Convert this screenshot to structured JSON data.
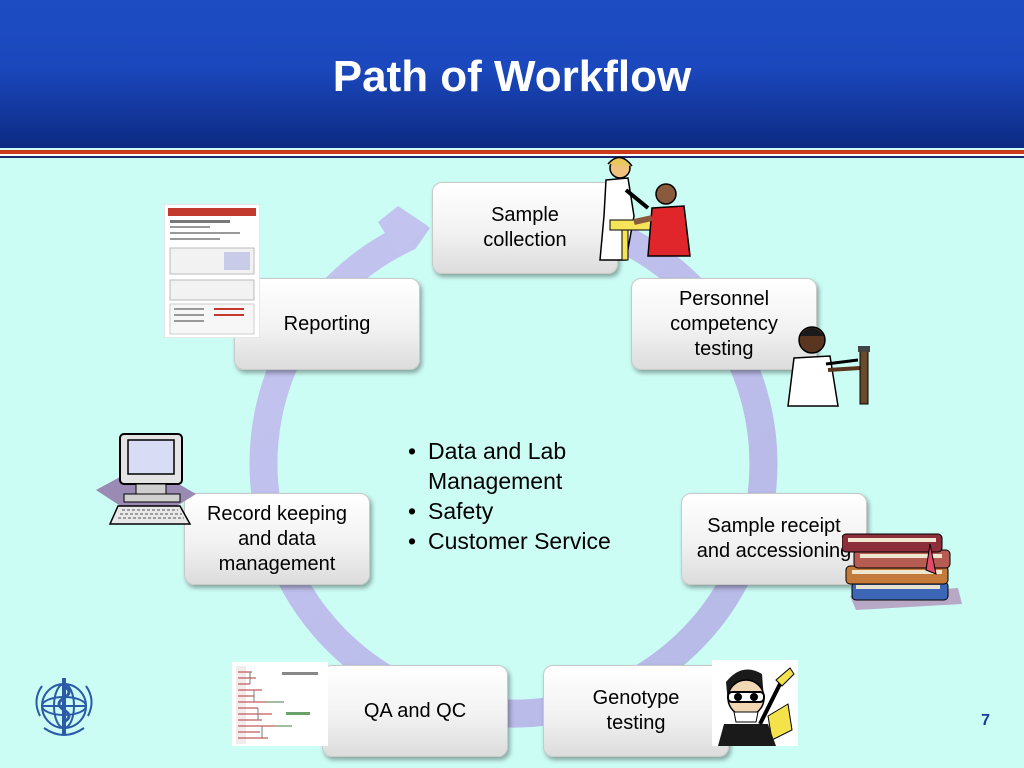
{
  "slide": {
    "title": "Path of Workflow",
    "page_number": "7"
  },
  "workflow_steps": [
    {
      "id": "sample-collection",
      "label": "Sample collection"
    },
    {
      "id": "personnel-competency",
      "label": "Personnel competency testing"
    },
    {
      "id": "sample-receipt",
      "label": "Sample receipt and accessioning"
    },
    {
      "id": "genotype-testing",
      "label": "Genotype testing"
    },
    {
      "id": "qa-qc",
      "label": "QA and QC"
    },
    {
      "id": "record-keeping",
      "label": "Record keeping and data management"
    },
    {
      "id": "reporting",
      "label": "Reporting"
    }
  ],
  "center_bullets": [
    "Data and Lab Management",
    "Safety",
    "Customer Service"
  ],
  "colors": {
    "header_blue": "#1b48bd",
    "background": "#ccfdf5",
    "stripe_red": "#cc3a1e",
    "cycle_ring": "#c7c9f0",
    "page_number": "#1a3a9c"
  },
  "icons": [
    "report-document-thumbnail",
    "nurse-drawing-blood-clipart",
    "scientist-with-test-tube-clipart",
    "stack-of-books-clipart",
    "scientist-with-goggles-clipart",
    "phylogenetic-tree-thumbnail",
    "computer-terminal-clipart",
    "who-emblem-logo"
  ]
}
